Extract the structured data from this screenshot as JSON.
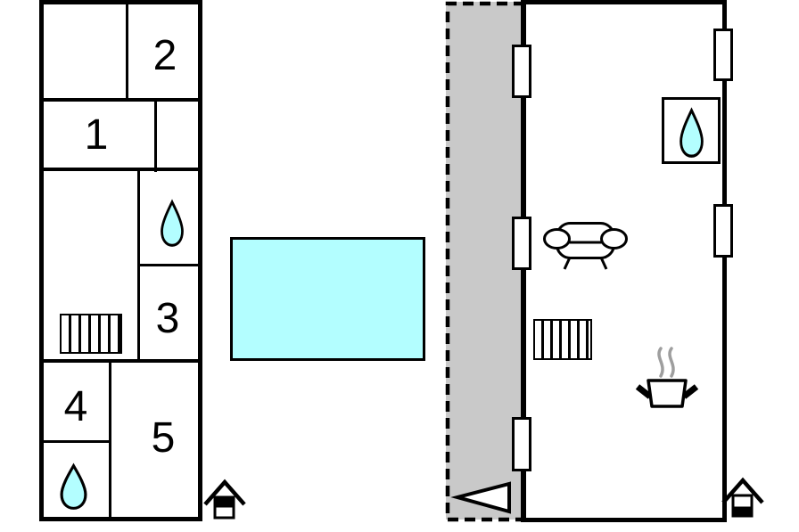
{
  "palette": {
    "wall": "#000000",
    "water": "#b3feff",
    "terrace": "#c9c9c9",
    "steam": "#9e9e9e",
    "background": "#ffffff"
  },
  "left_building": {
    "rooms": [
      {
        "label": "1"
      },
      {
        "label": "2"
      },
      {
        "label": "3"
      },
      {
        "label": "4"
      },
      {
        "label": "5"
      }
    ],
    "icons": [
      "water-drop-icon",
      "stairs-icon",
      "water-drop-icon"
    ],
    "floor_indicator": "house-upper-floor-icon"
  },
  "pool": {
    "icon": "pool",
    "color": "#b3feff"
  },
  "right_building": {
    "terrace": "covered-terrace",
    "windows": {
      "left_wall": 3,
      "right_wall": 2
    },
    "icons": [
      "water-drop-icon",
      "sofa-icon",
      "stairs-icon",
      "cooking-pot-icon",
      "entrance-arrow-icon"
    ],
    "floor_indicator": "house-ground-floor-icon"
  }
}
